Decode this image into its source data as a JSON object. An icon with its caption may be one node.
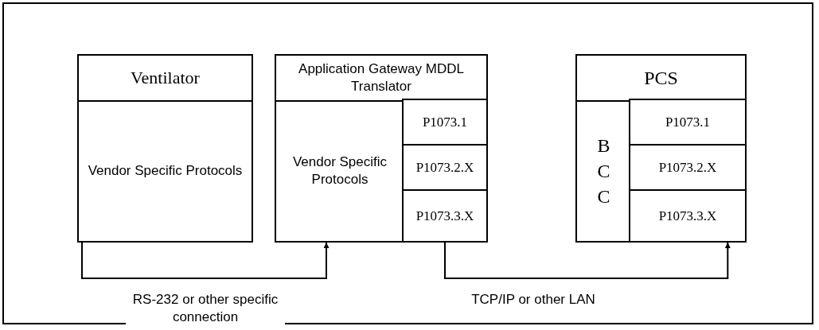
{
  "diagram": {
    "nodes": [
      {
        "text": [
          "Ventilator",
          "Vendor Specific Protocols"
        ]
      },
      {
        "text": [
          "Application Gateway MDDL Translator",
          "Vendor Specific Protocols"
        ]
      },
      {
        "text": [
          "P1073.1"
        ],
        "in": 1
      },
      {
        "text": [
          "P1073.2.X"
        ],
        "in": 1
      },
      {
        "text": [
          "P1073.3.X"
        ],
        "in": 1
      },
      {
        "text": [
          "PCS",
          "B C C"
        ]
      },
      {
        "text": [
          "P1073.1"
        ],
        "in": 5
      },
      {
        "text": [
          "P1073.2.X"
        ],
        "in": 5
      },
      {
        "text": [
          "P1073.3.X"
        ],
        "in": 5
      }
    ],
    "edges": [
      {
        "from": 0,
        "to": 1,
        "arrow": "to",
        "label": "RS-232 or other specific connection"
      },
      {
        "from": 4,
        "to": 8,
        "arrow": "to",
        "label": "TCP/IP or other LAN"
      }
    ]
  }
}
